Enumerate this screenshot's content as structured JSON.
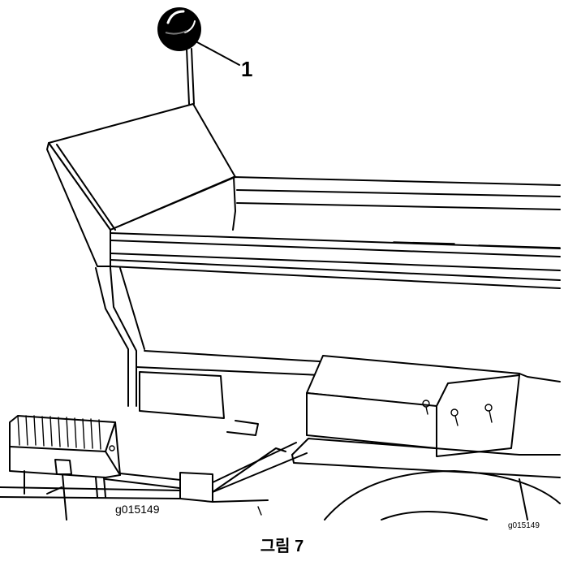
{
  "figure": {
    "callout": "1",
    "code_inner": "g015149",
    "code_outer": "g015149",
    "caption": "그림 7"
  },
  "icons": {
    "beacon": "amber-beacon-light-icon"
  }
}
